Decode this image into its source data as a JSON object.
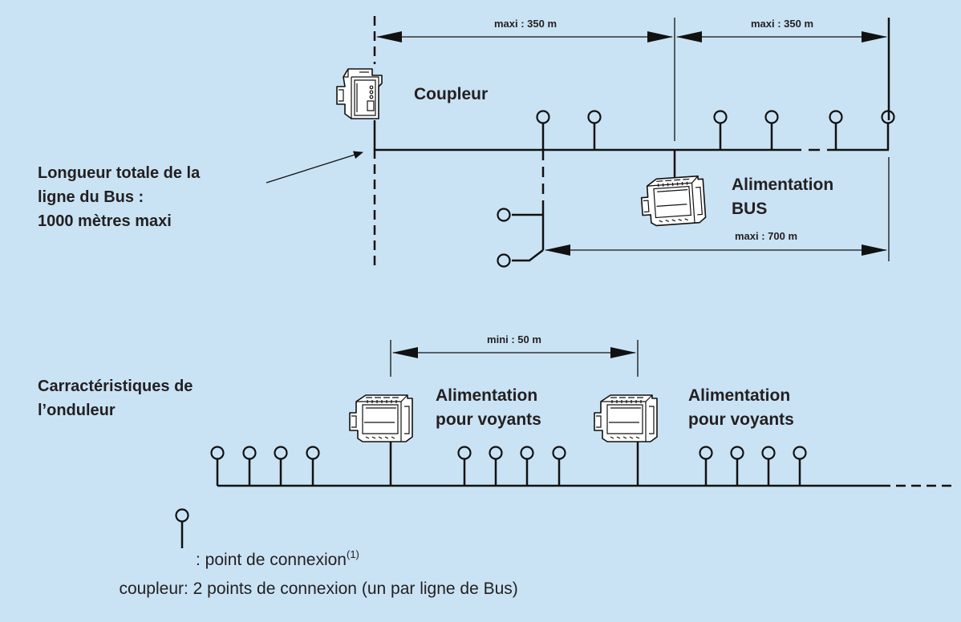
{
  "labels": {
    "coupleur": "Coupleur",
    "alimentation_bus": [
      "Alimentation",
      "BUS"
    ],
    "longueur": [
      "Longueur totale de la",
      "ligne du Bus :",
      "1000 mètres maxi"
    ],
    "caracteristiques": [
      "Carractéristiques de",
      "l’onduleur"
    ],
    "alim_voyants": [
      "Alimentation",
      "pour voyants"
    ]
  },
  "dimensions": {
    "maxi_350_a": "maxi : 350 m",
    "maxi_350_b": "maxi : 350 m",
    "maxi_700": "maxi : 700 m",
    "mini_50": "mini : 50 m"
  },
  "legend": {
    "point_text": ": point de connexion",
    "point_sup": "(1)",
    "coupleur_label": "coupleur",
    "coupleur_text": ": 2 points de connexion (un par ligne de Bus)"
  },
  "colors": {
    "background": "#c9e3f4",
    "ink": "#111111",
    "device": "#ffffff"
  }
}
